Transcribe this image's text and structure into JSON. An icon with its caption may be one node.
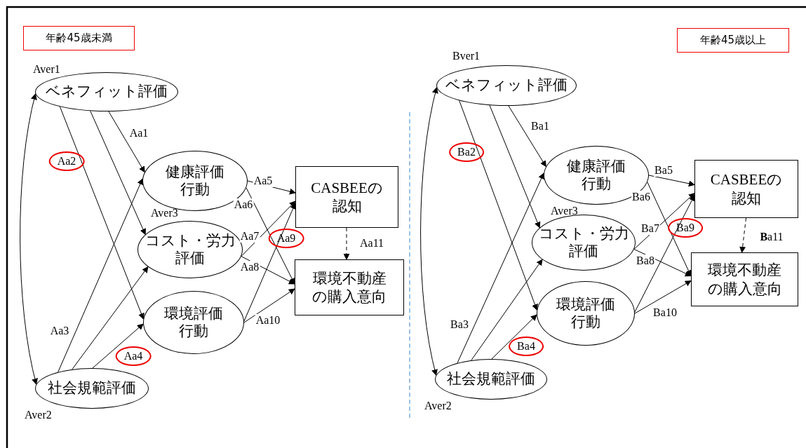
{
  "diagram": {
    "nodes": [
      {
        "text": [
          "年齢45歳未満"
        ]
      },
      {
        "text": [
          "ベネフィット評価"
        ],
        "beside": [
          "Aver1"
        ]
      },
      {
        "text": [
          "健康評価行動"
        ]
      },
      {
        "text": [
          "CASBEEの認知"
        ]
      },
      {
        "text": [
          "コスト・労力評価"
        ],
        "beside": [
          "Aver3"
        ]
      },
      {
        "text": [
          "環境不動産の購入意向"
        ]
      },
      {
        "text": [
          "環境評価行動"
        ]
      },
      {
        "text": [
          "社会規範評価"
        ],
        "beside": [
          "Aver2"
        ]
      },
      {
        "text": [
          "年齢45歳以上"
        ]
      },
      {
        "text": [
          "ベネフィット評価"
        ],
        "beside": [
          "Bver1"
        ]
      },
      {
        "text": [
          "健康評価行動"
        ]
      },
      {
        "text": [
          "CASBEEの認知"
        ]
      },
      {
        "text": [
          "コスト・労力評価"
        ],
        "beside": [
          "Aver3"
        ]
      },
      {
        "text": [
          "環境不動産の購入意向"
        ]
      },
      {
        "text": [
          "環境評価行動"
        ]
      },
      {
        "text": [
          "社会規範評価"
        ],
        "beside": [
          "Aver2"
        ]
      }
    ],
    "edges": [
      {
        "from": 7,
        "to": 1,
        "arrow": "both"
      },
      {
        "from": 1,
        "to": 2,
        "arrow": "to",
        "label": "Aa1"
      },
      {
        "from": 1,
        "to": 4,
        "arrow": "to"
      },
      {
        "from": 1,
        "to": 6,
        "arrow": "to",
        "label": "Aa2"
      },
      {
        "from": 7,
        "to": 2,
        "arrow": "to",
        "label": "Aa3"
      },
      {
        "from": 7,
        "to": 4,
        "arrow": "to"
      },
      {
        "from": 7,
        "to": 6,
        "arrow": "to",
        "label": "Aa4"
      },
      {
        "from": 2,
        "to": 3,
        "arrow": "to",
        "label": "Aa5"
      },
      {
        "from": 2,
        "to": 5,
        "arrow": "to",
        "label": "Aa6"
      },
      {
        "from": 4,
        "to": 3,
        "arrow": "to",
        "label": "Aa7"
      },
      {
        "from": 4,
        "to": 5,
        "arrow": "to",
        "label": "Aa8"
      },
      {
        "from": 6,
        "to": 3,
        "arrow": "to",
        "label": "Aa9"
      },
      {
        "from": 6,
        "to": 5,
        "arrow": "to",
        "label": "Aa10"
      },
      {
        "from": 3,
        "to": 5,
        "arrow": "to",
        "label": "Aa11",
        "style": "dashed"
      },
      {
        "from": 15,
        "to": 9,
        "arrow": "both"
      },
      {
        "from": 9,
        "to": 10,
        "arrow": "to",
        "label": "Ba1"
      },
      {
        "from": 9,
        "to": 12,
        "arrow": "to"
      },
      {
        "from": 9,
        "to": 14,
        "arrow": "to",
        "label": "Ba2"
      },
      {
        "from": 15,
        "to": 10,
        "arrow": "to",
        "label": "Ba3"
      },
      {
        "from": 15,
        "to": 12,
        "arrow": "to"
      },
      {
        "from": 15,
        "to": 14,
        "arrow": "to",
        "label": "Ba4"
      },
      {
        "from": 10,
        "to": 11,
        "arrow": "to",
        "label": "Ba5"
      },
      {
        "from": 10,
        "to": 13,
        "arrow": "to",
        "label": "Ba6"
      },
      {
        "from": 12,
        "to": 11,
        "arrow": "to",
        "label": "Ba7"
      },
      {
        "from": 12,
        "to": 13,
        "arrow": "to",
        "label": "Ba8"
      },
      {
        "from": 14,
        "to": 11,
        "arrow": "to",
        "label": "Ba9"
      },
      {
        "from": 14,
        "to": 13,
        "arrow": "to",
        "label": "Ba10"
      },
      {
        "from": 11,
        "to": 13,
        "arrow": "to",
        "label": "**B**a11",
        "style": "dashed"
      }
    ]
  }
}
